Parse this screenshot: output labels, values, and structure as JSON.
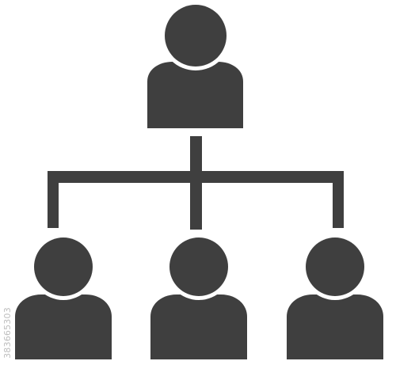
{
  "diagram": {
    "nodes": [
      {
        "id": "top-person",
        "role": "parent"
      },
      {
        "id": "left-person",
        "role": "child"
      },
      {
        "id": "middle-person",
        "role": "child"
      },
      {
        "id": "right-person",
        "role": "child"
      }
    ],
    "edges": [
      {
        "from": "top-person",
        "to": "left-person"
      },
      {
        "from": "top-person",
        "to": "middle-person"
      },
      {
        "from": "top-person",
        "to": "right-person"
      }
    ]
  },
  "watermark": {
    "id_text": "383665303"
  },
  "icons": {
    "person": "person-icon"
  },
  "colors": {
    "icon": "#3f3f3f",
    "background": "#ffffff",
    "watermark": "#bdbdbd"
  }
}
